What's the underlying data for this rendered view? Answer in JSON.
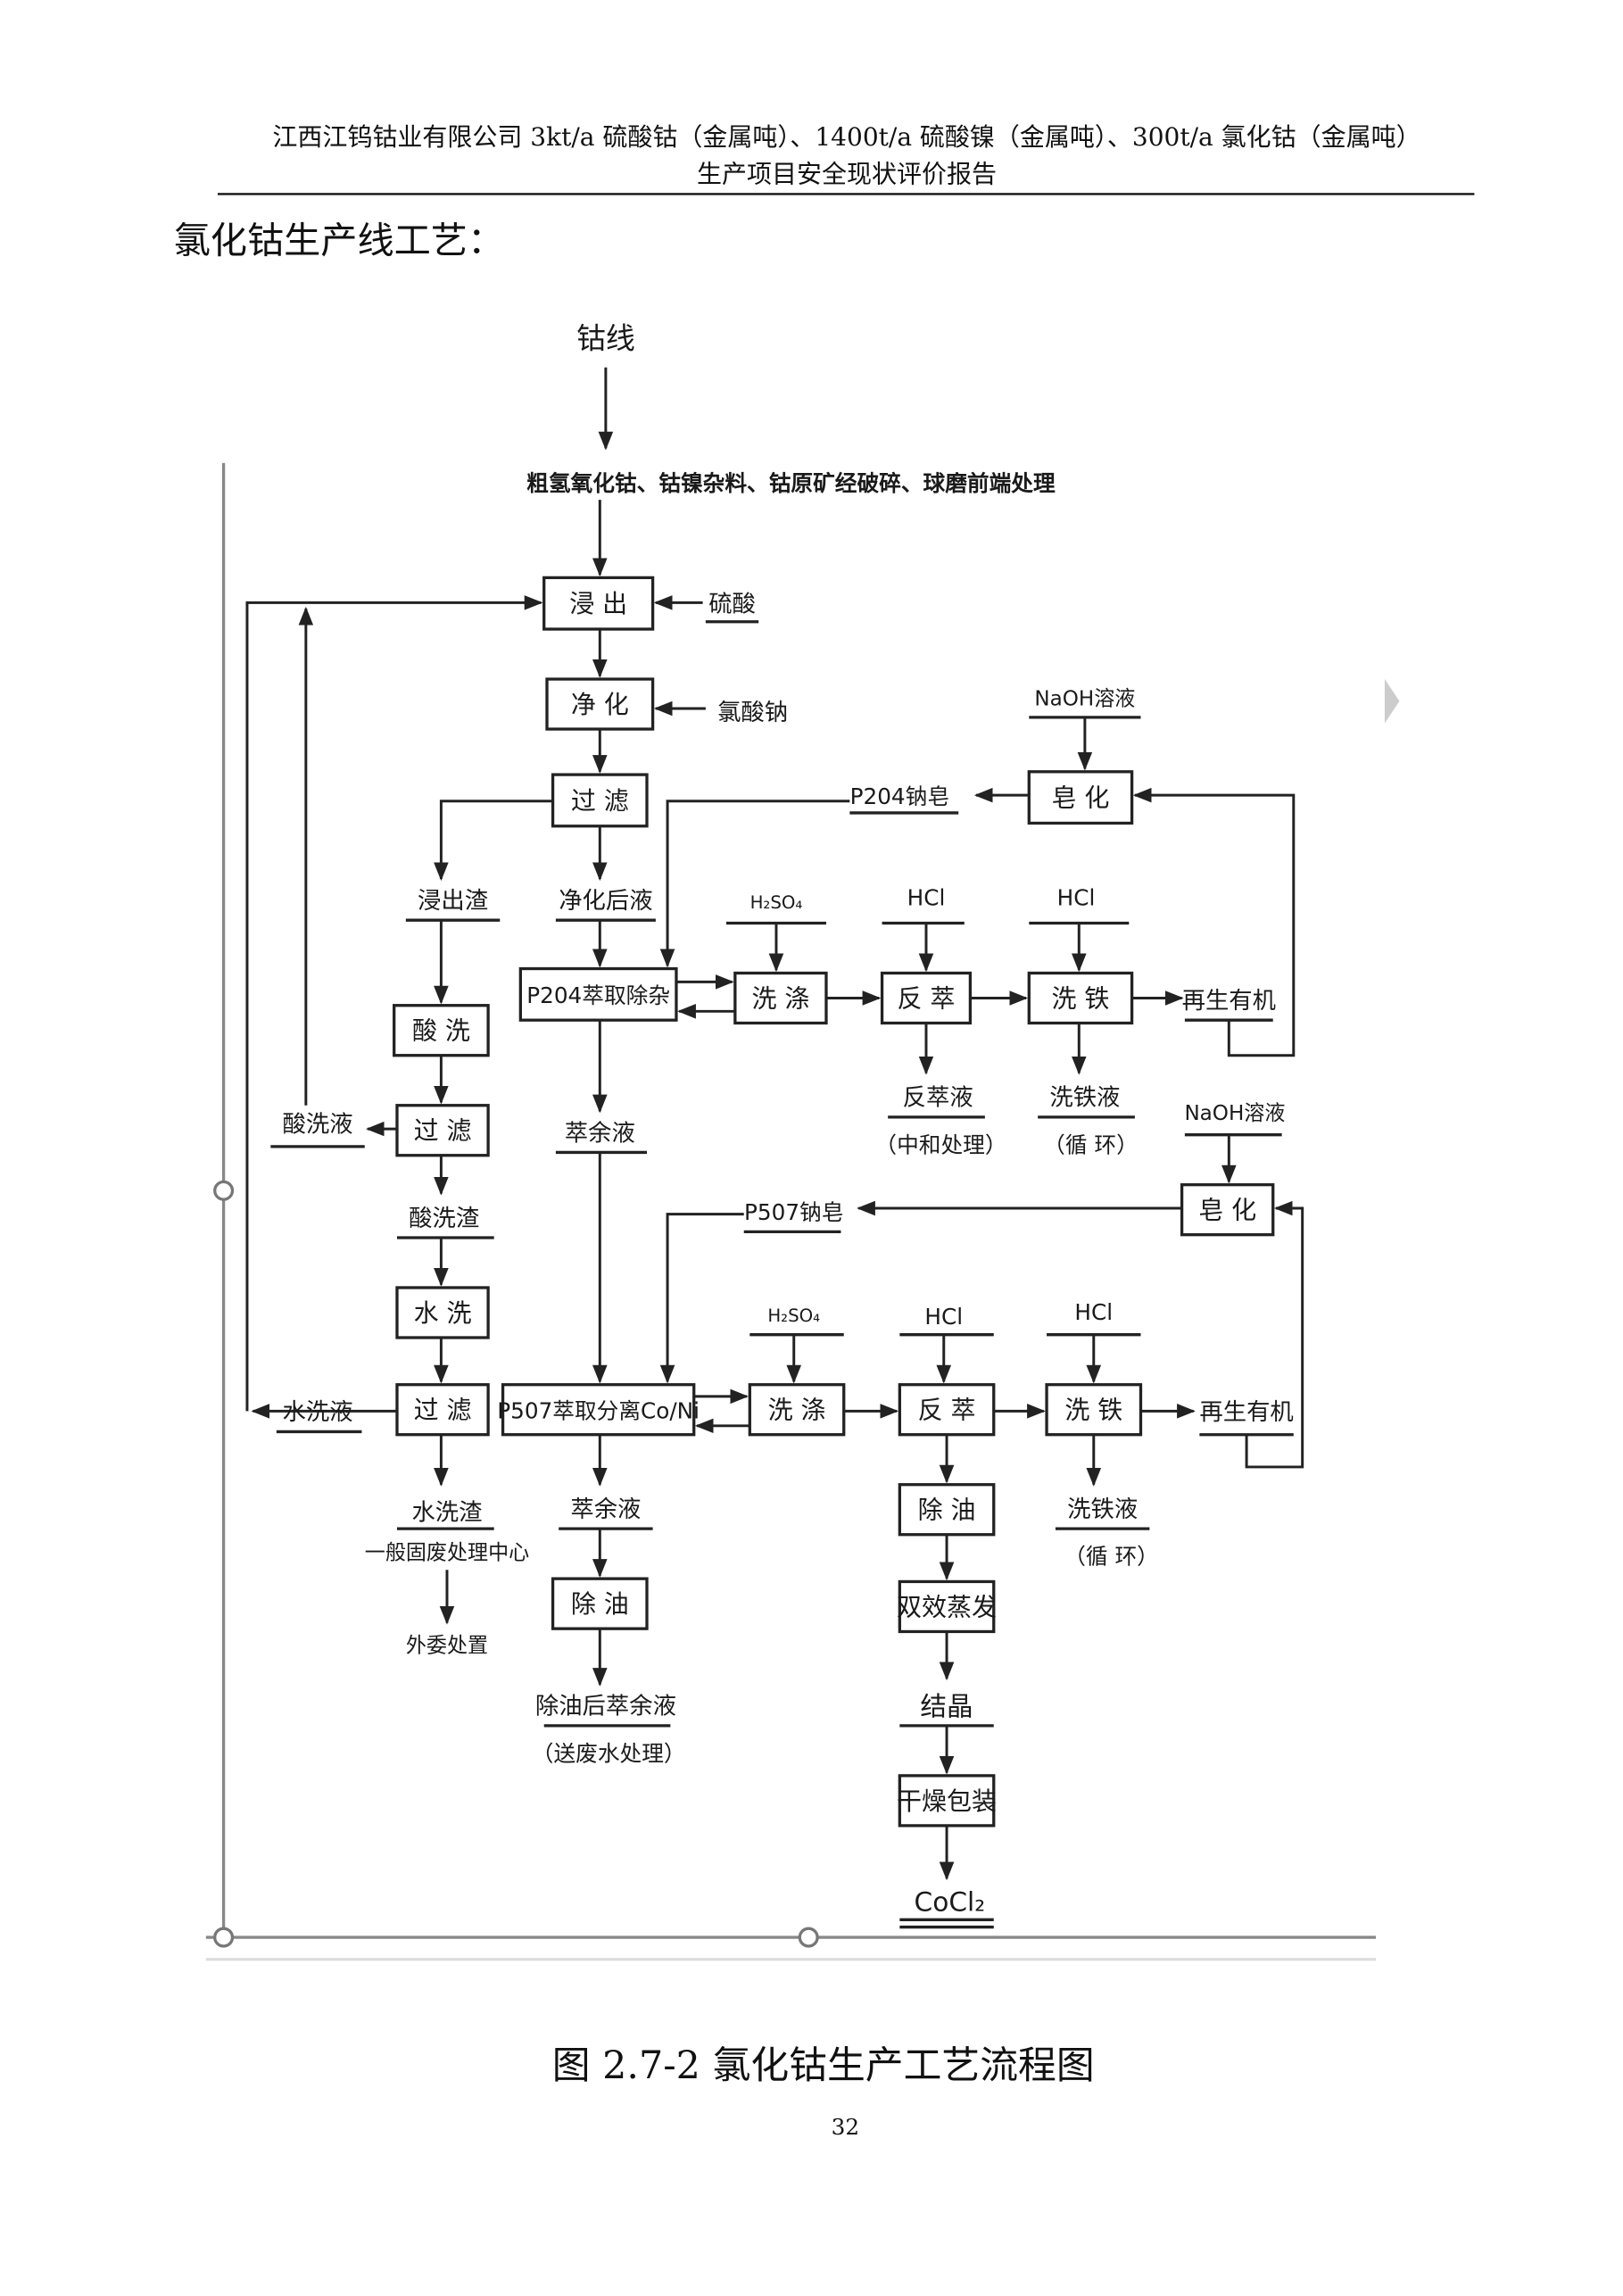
{
  "header": {
    "line1": "江西江钨钴业有限公司 3kt/a 硫酸钴（金属吨）、1400t/a 硫酸镍（金属吨）、300t/a 氯化钴（金属吨）",
    "line2": "生产项目安全现状评价报告"
  },
  "section_title": "氯化钴生产线工艺：",
  "diagram": {
    "boxes": {
      "leach": "浸 出",
      "purify": "净 化",
      "filter1": "过 滤",
      "p204": "P204萃取除杂",
      "wash1": "洗 涤",
      "strip1": "反 萃",
      "ironwash1": "洗 铁",
      "saponify1": "皂 化",
      "acidwash": "酸 洗",
      "filter2": "过 滤",
      "waterwash": "水 洗",
      "filter3": "过 滤",
      "p507": "P507萃取分离Co/Ni",
      "wash2": "洗 涤",
      "strip2": "反 萃",
      "ironwash2": "洗 铁",
      "saponify2": "皂 化",
      "deoil1": "除 油",
      "deoil2": "除 油",
      "evap": "双效蒸发",
      "dry": "干燥包装"
    },
    "labels": {
      "cobalt_line": "钴线",
      "raw": "粗氢氧化钴、钴镍杂料、钴原矿经破碎、球磨前端处理",
      "sulfuric": "硫酸",
      "chlorate": "氯酸钠",
      "naoh1": "NaOH溶液",
      "p204soap": "P204钠皂",
      "leach_residue": "浸出渣",
      "purified": "净化后液",
      "h2so4_1": "H₂SO₄",
      "hcl1": "HCl",
      "hcl2": "HCl",
      "regen1": "再生有机",
      "strip_liq1": "反萃液",
      "neutral": "（中和处理）",
      "iron_liq1": "洗铁液",
      "cycle1": "（循 环）",
      "acid_liq": "酸洗液",
      "raffinate1": "萃余液",
      "acid_residue": "酸洗渣",
      "naoh2": "NaOH溶液",
      "p507soap": "P507钠皂",
      "h2so4_2": "H₂SO₄",
      "hcl3": "HCl",
      "hcl4": "HCl",
      "regen2": "再生有机",
      "water_liq": "水洗液",
      "water_residue": "水洗渣",
      "solid_center": "一般固废处理中心",
      "outsource": "外委处置",
      "raffinate2": "萃余液",
      "iron_liq2": "洗铁液",
      "cycle2": "（循 环）",
      "deoiled": "除油后萃余液",
      "to_wastewater": "（送废水处理）",
      "crystal": "结晶",
      "product": "CoCl₂"
    }
  },
  "caption": "图 2.7-2  氯化钴生产工艺流程图",
  "page_number": "32"
}
